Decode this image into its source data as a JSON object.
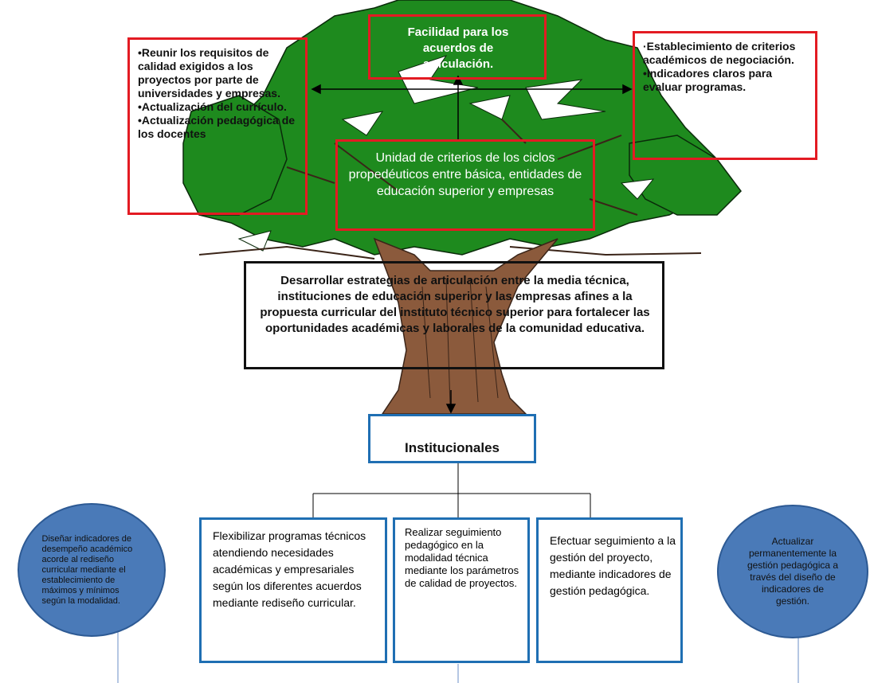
{
  "colors": {
    "foliage": "#1e8a1e",
    "foliage_outline": "#0a2a0a",
    "trunk": "#8b5a3c",
    "red_border": "#e31b23",
    "blue_border": "#1f6fb3",
    "circle_fill": "#4a7ab8"
  },
  "tree": {
    "top_box": "Facilidad para los acuerdos de articulación.",
    "left_box": [
      "•Reunir los requisitos de calidad exigidos a los proyectos por parte de universidades y empresas.",
      "•Actualización del currículo.",
      "•Actualización pedagógica de los docentes"
    ],
    "right_box": [
      "·Establecimiento de criterios académicos de negociación.",
      "•Indicadores claros para evaluar programas."
    ],
    "center_box": "Unidad de criterios de los ciclos propedéuticos entre básica, entidades de educación superior y empresas",
    "trunk_box": "Desarrollar estrategias de articulación entre la media técnica, instituciones de educación superior y las empresas afines a la propuesta curricular del instituto técnico superior para fortalecer las oportunidades académicas y laborales de la comunidad educativa."
  },
  "institutional": {
    "title": "Institucionales",
    "box1": "Flexibilizar programas técnicos atendiendo necesidades académicas y empresariales según los diferentes acuerdos mediante rediseño curricular.",
    "box2": "Realizar seguimiento pedagógico en la modalidad técnica mediante los parámetros de calidad de proyectos.",
    "box3": "Efectuar seguimiento a la gestión del proyecto, mediante indicadores de gestión pedagógica."
  },
  "circles": {
    "left": "Diseñar indicadores de desempeño académico acorde al rediseño curricular mediante el establecimiento de máximos y mínimos según la modalidad.",
    "right": "Actualizar permanentemente la gestión pedagógica a través del diseño de indicadores de gestión."
  }
}
